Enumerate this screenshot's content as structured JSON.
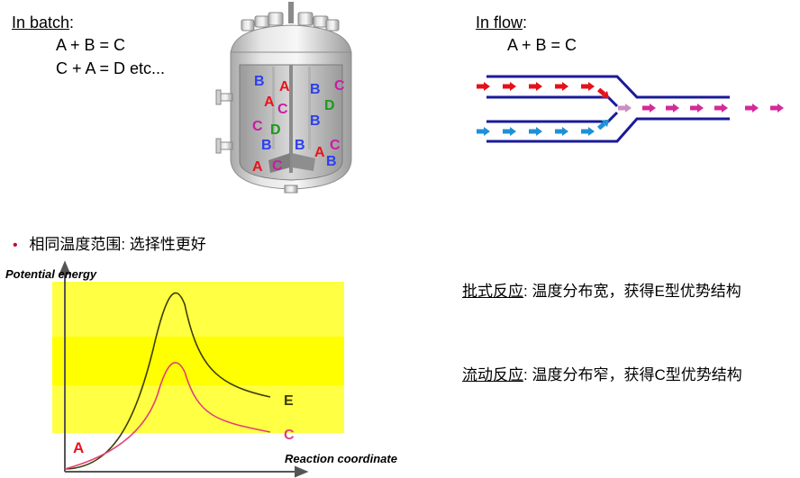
{
  "batch": {
    "title": "In batch",
    "title_suffix": ":",
    "eq1": "A + B = C",
    "eq2": "C + A = D etc...",
    "reactor_letters": [
      {
        "t": "B",
        "c": "blue"
      },
      {
        "t": "A",
        "c": "red"
      },
      {
        "t": "B",
        "c": "blue"
      },
      {
        "t": "C",
        "c": "magenta"
      },
      {
        "t": "A",
        "c": "red"
      },
      {
        "t": "C",
        "c": "magenta"
      },
      {
        "t": "D",
        "c": "green"
      },
      {
        "t": "B",
        "c": "blue"
      },
      {
        "t": "C",
        "c": "magenta"
      },
      {
        "t": "D",
        "c": "green"
      },
      {
        "t": "B",
        "c": "blue"
      },
      {
        "t": "B",
        "c": "blue"
      },
      {
        "t": "A",
        "c": "red"
      },
      {
        "t": "C",
        "c": "magenta"
      },
      {
        "t": "A",
        "c": "red"
      },
      {
        "t": "C",
        "c": "magenta"
      },
      {
        "t": "B",
        "c": "blue"
      }
    ]
  },
  "flow": {
    "title": "In flow",
    "title_suffix": ":",
    "eq": "A + B = C"
  },
  "bullet_text": "相同温度范围: 选择性更好",
  "plot": {
    "ylabel": "Potential energy",
    "xlabel": "Reaction coordinate",
    "label_start": "A",
    "label_e": "E",
    "label_c": "C"
  },
  "notes": {
    "batch_label": "批式反应",
    "batch_text": ": 温度分布宽，获得E型优势结构",
    "flow_label": "流动反应",
    "flow_text": ": 温度分布窄，获得C型优势结构"
  },
  "colors": {
    "red": "#e8141c",
    "blue": "#2b3ff0",
    "magenta": "#cc1aa8",
    "green": "#1b9a1b",
    "pipe": "#1a1a9a",
    "flow_red": "#e3121b",
    "flow_blue": "#1e90d8",
    "flow_mix": "#d42a9a",
    "band": "#ffff44",
    "curve_e": "#3d3d00",
    "curve_c": "#e0407a"
  }
}
